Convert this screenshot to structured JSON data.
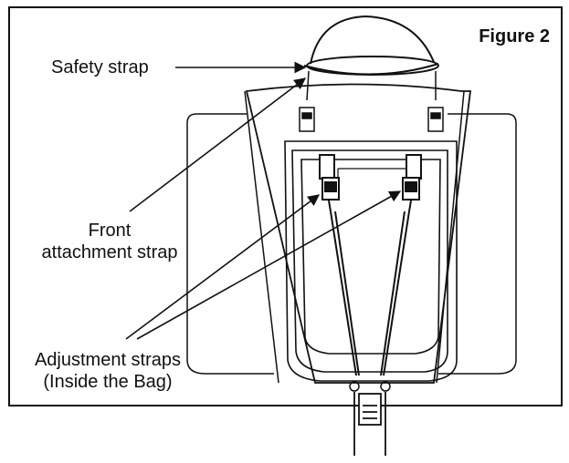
{
  "figure": {
    "label": "Figure 2",
    "callouts": {
      "safety_strap": "Safety strap",
      "front_attachment_line1": "Front",
      "front_attachment_line2": "attachment strap",
      "adjustment_line1": "Adjustment straps",
      "adjustment_line2": "(Inside the Bag)"
    }
  },
  "colors": {
    "ink": "#111111",
    "paper": "#ffffff"
  }
}
